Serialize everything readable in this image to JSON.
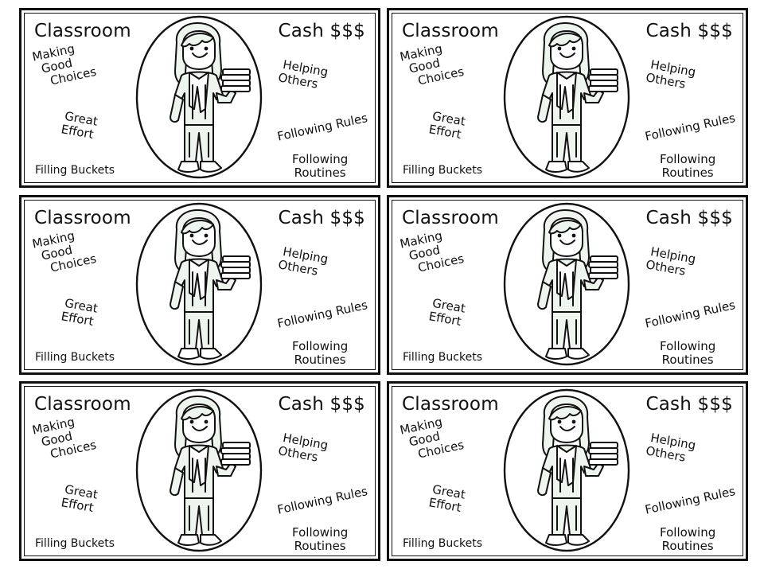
{
  "cards": [
    {
      "title_left": "Classroom",
      "title_right": "Cash $$$",
      "phrases": {
        "making": [
          "Making",
          "Good",
          "Choices"
        ],
        "effort": [
          "Great",
          "Effort"
        ],
        "buckets": "Filling Buckets",
        "helping": [
          "Helping",
          "Others"
        ],
        "rules": "Following Rules",
        "routines": [
          "Following",
          "Routines"
        ]
      }
    },
    {
      "title_left": "Classroom",
      "title_right": "Cash $$$",
      "phrases": {
        "making": [
          "Making",
          "Good",
          "Choices"
        ],
        "effort": [
          "Great",
          "Effort"
        ],
        "buckets": "Filling Buckets",
        "helping": [
          "Helping",
          "Others"
        ],
        "rules": "Following Rules",
        "routines": [
          "Following",
          "Routines"
        ]
      }
    },
    {
      "title_left": "Classroom",
      "title_right": "Cash $$$",
      "phrases": {
        "making": [
          "Making",
          "Good",
          "Choices"
        ],
        "effort": [
          "Great",
          "Effort"
        ],
        "buckets": "Filling Buckets",
        "helping": [
          "Helping",
          "Others"
        ],
        "rules": "Following Rules",
        "routines": [
          "Following",
          "Routines"
        ]
      }
    },
    {
      "title_left": "Classroom",
      "title_right": "Cash $$$",
      "phrases": {
        "making": [
          "Making",
          "Good",
          "Choices"
        ],
        "effort": [
          "Great",
          "Effort"
        ],
        "buckets": "Filling Buckets",
        "helping": [
          "Helping",
          "Others"
        ],
        "rules": "Following Rules",
        "routines": [
          "Following",
          "Routines"
        ]
      }
    },
    {
      "title_left": "Classroom",
      "title_right": "Cash $$$",
      "phrases": {
        "making": [
          "Making",
          "Good",
          "Choices"
        ],
        "effort": [
          "Great",
          "Effort"
        ],
        "buckets": "Filling Buckets",
        "helping": [
          "Helping",
          "Others"
        ],
        "rules": "Following Rules",
        "routines": [
          "Following",
          "Routines"
        ]
      }
    },
    {
      "title_left": "Classroom",
      "title_right": "Cash $$$",
      "phrases": {
        "making": [
          "Making",
          "Good",
          "Choices"
        ],
        "effort": [
          "Great",
          "Effort"
        ],
        "buckets": "Filling Buckets",
        "helping": [
          "Helping",
          "Others"
        ],
        "rules": "Following Rules",
        "routines": [
          "Following",
          "Routines"
        ]
      }
    }
  ],
  "illustration": {
    "icon": "girl-holding-books-icon",
    "outfit_color": "#eef4ee",
    "line_color": "#111111"
  }
}
